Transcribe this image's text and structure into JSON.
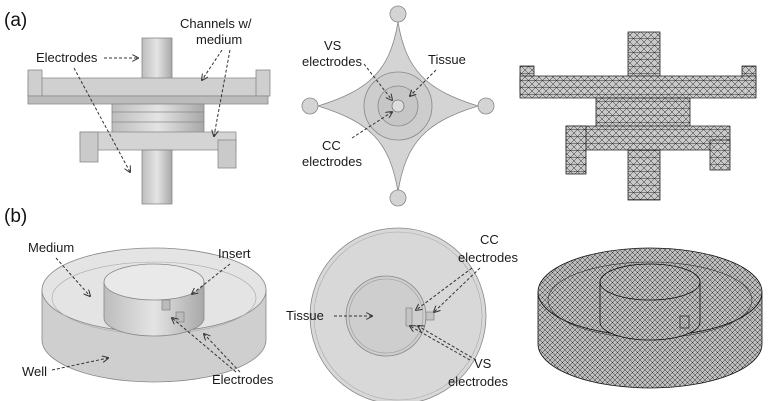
{
  "panel_a": {
    "label": "(a)",
    "labels": {
      "electrodes": "Electrodes",
      "channels_line1": "Channels  w/",
      "channels_line2": "medium",
      "vs_line1": "VS",
      "vs_line2": "electrodes",
      "tissue": "Tissue",
      "cc_line1": "CC",
      "cc_line2": "electrodes"
    }
  },
  "panel_b": {
    "label": "(b)",
    "labels": {
      "medium": "Medium",
      "insert": "Insert",
      "well": "Well",
      "electrodes": "Electrodes",
      "cc_line1": "CC",
      "cc_line2": "electrodes",
      "tissue": "Tissue",
      "vs_line1": "VS",
      "vs_line2": "electrodes"
    }
  },
  "colors": {
    "model_fill": "#d9d9d9",
    "model_edge": "#8a8a8a",
    "mesh_dark": "#2a2a2a",
    "mesh_light": "#9a9a9a"
  }
}
